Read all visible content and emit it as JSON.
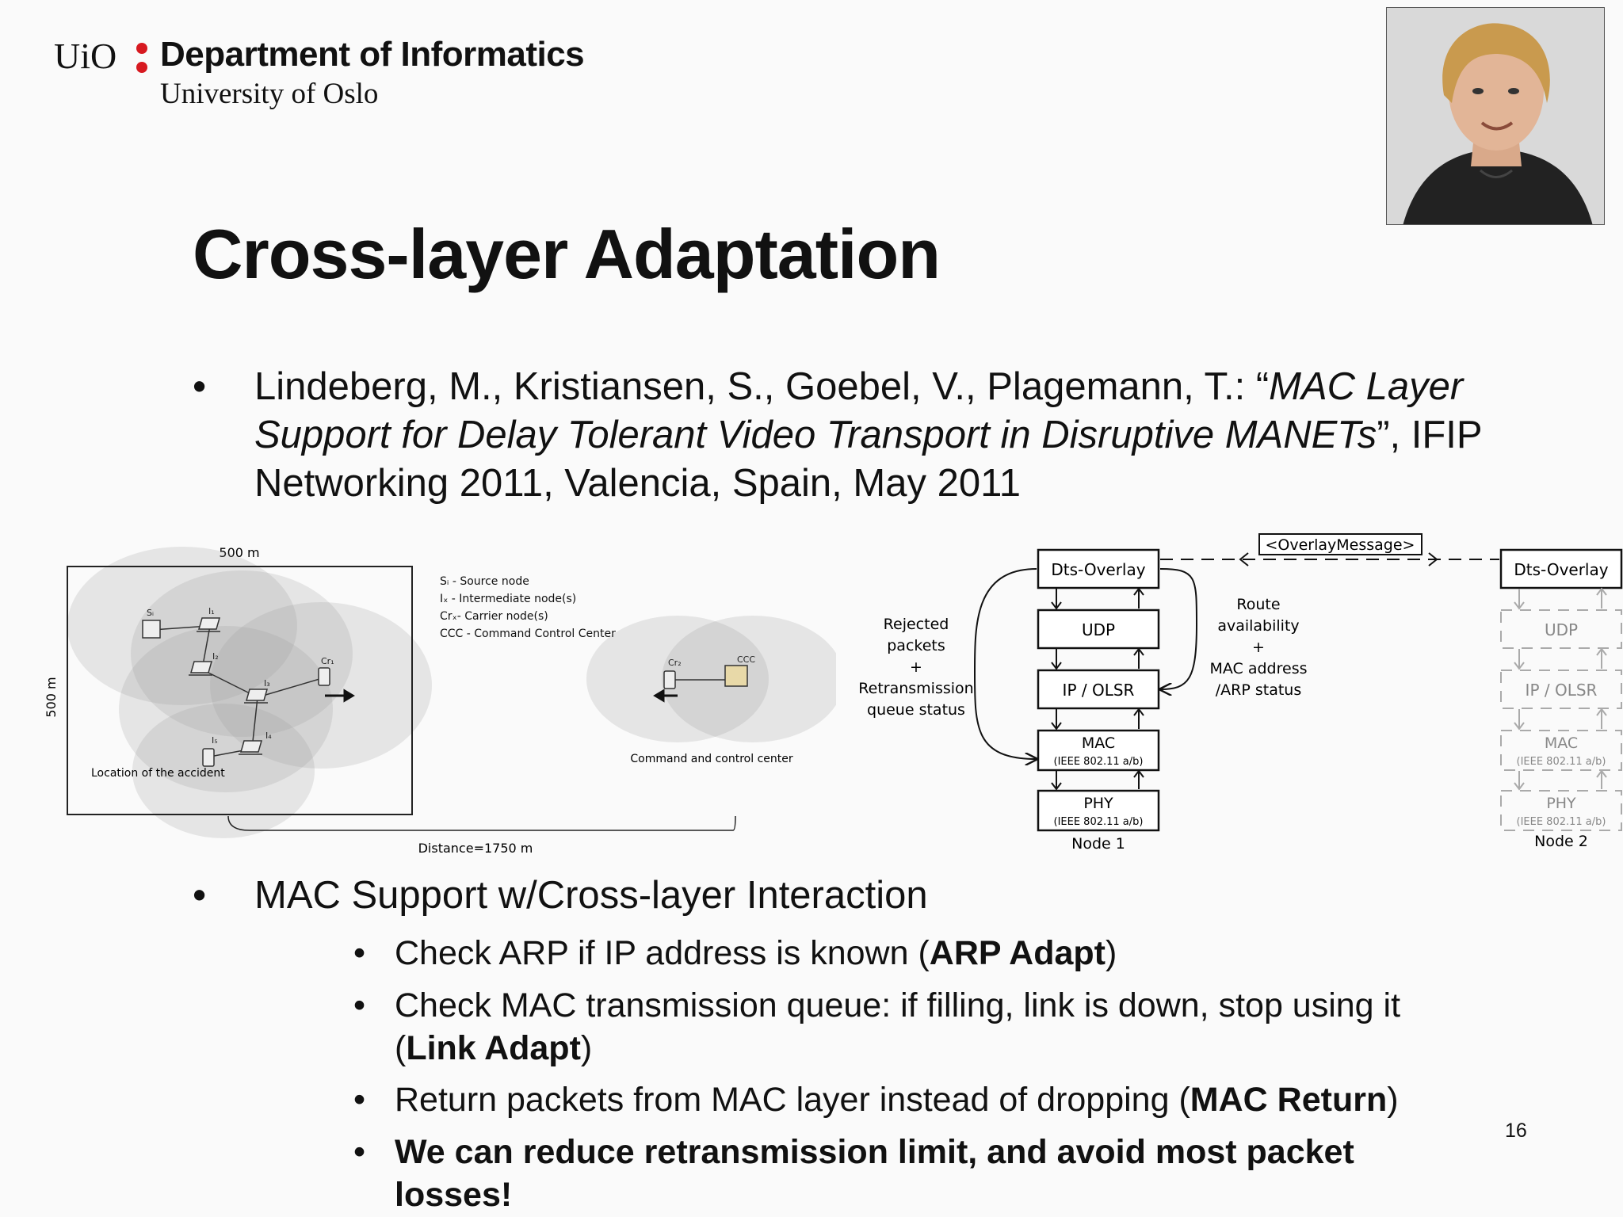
{
  "header": {
    "logo_uio": "UiO",
    "department": "Department of Informatics",
    "university": "University of Oslo"
  },
  "title": "Cross-layer Adaptation",
  "reference": {
    "authors": "Lindeberg, M., Kristiansen, S., Goebel, V., Plagemann, T.: “",
    "paper_title": "MAC Layer Support for Delay Tolerant Video Transport in Disruptive MANETs",
    "venue": "”, IFIP Networking 2011, Valencia, Spain, May 2011"
  },
  "left_diagram": {
    "width_label": "500 m",
    "height_label": "500 m",
    "distance_label": "Distance=1750 m",
    "accident_label": "Location of the accident",
    "ccc_caption": "Command and control center",
    "legend": [
      "Sᵢ - Source node",
      "Iₓ - Intermediate node(s)",
      "Crₓ- Carrier node(s)",
      "CCC - Command Control Center"
    ],
    "node_labels": {
      "s": "Sᵢ",
      "i1": "I₁",
      "i2": "I₂",
      "i3": "I₃",
      "i4": "I₄",
      "i5": "I₅",
      "cr1": "Cr₁",
      "cr2": "Cr₂",
      "ccc": "CCC"
    }
  },
  "right_diagram": {
    "overlay_message": "<OverlayMessage>",
    "node1": {
      "label": "Node 1",
      "layers": [
        {
          "name": "Dts-Overlay",
          "sub": ""
        },
        {
          "name": "UDP",
          "sub": ""
        },
        {
          "name": "IP / OLSR",
          "sub": ""
        },
        {
          "name": "MAC",
          "sub": "(IEEE 802.11 a/b)"
        },
        {
          "name": "PHY",
          "sub": "(IEEE 802.11 a/b)"
        }
      ]
    },
    "node2": {
      "label": "Node 2",
      "layers": [
        {
          "name": "Dts-Overlay",
          "sub": ""
        },
        {
          "name": "UDP",
          "sub": ""
        },
        {
          "name": "IP / OLSR",
          "sub": ""
        },
        {
          "name": "MAC",
          "sub": "(IEEE 802.11 a/b)"
        },
        {
          "name": "PHY",
          "sub": "(IEEE 802.11 a/b)"
        }
      ]
    },
    "left_annotation": [
      "Rejected",
      "packets",
      "+",
      "Retransmission",
      "queue status"
    ],
    "right_annotation": [
      "Route",
      "availability",
      "+",
      "MAC address",
      "/ARP status"
    ]
  },
  "bullet2": "MAC Support w/Cross-layer Interaction",
  "subbullets": {
    "s1_pre": "Check ARP if IP address is known (",
    "s1_bold": "ARP Adapt",
    "s1_post": ")",
    "s2_pre": "Check MAC transmission queue: if filling, link is down, stop using it (",
    "s2_bold": "Link Adapt",
    "s2_post": ")",
    "s3_pre": "Return packets from MAC layer instead of dropping (",
    "s3_bold": "MAC Return",
    "s3_post": ")",
    "s4_bold": "We can reduce retransmission limit, and avoid most packet losses!"
  },
  "bullet_char": "•",
  "page_number": "16",
  "colors": {
    "logo_red": "#d71920",
    "text": "#111111",
    "background": "#fafafa"
  }
}
